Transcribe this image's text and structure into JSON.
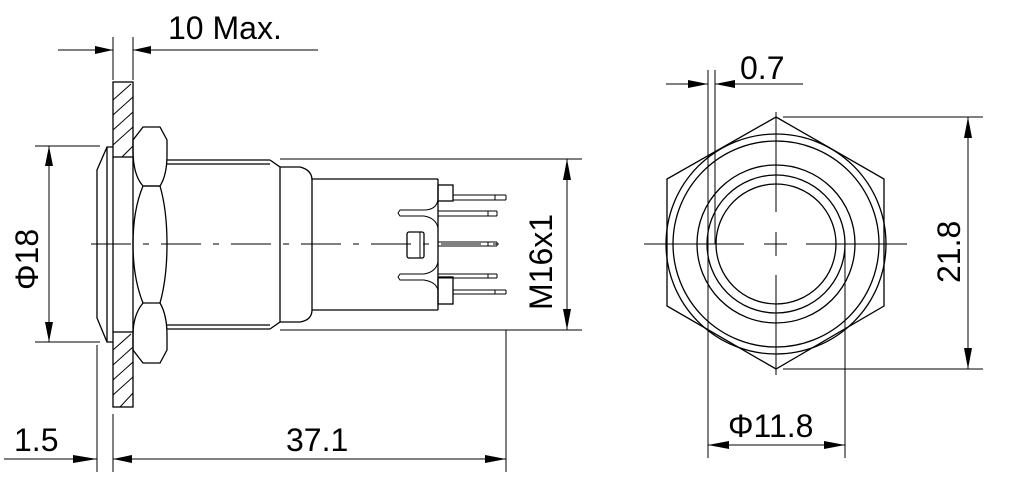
{
  "drawing": {
    "title": "Metal push button switch dimensional drawing",
    "line_color": "#000000",
    "background": "#ffffff",
    "side_view": {
      "dimensions": {
        "panel_max": "10 Max.",
        "head_diameter": "Φ18",
        "thread": "M16x1",
        "head_thickness": "1.5",
        "body_length": "37.1"
      }
    },
    "front_view": {
      "dimensions": {
        "ring_width": "0.7",
        "across_corners": "21.8",
        "inner_diameter": "Φ11.8"
      }
    }
  }
}
